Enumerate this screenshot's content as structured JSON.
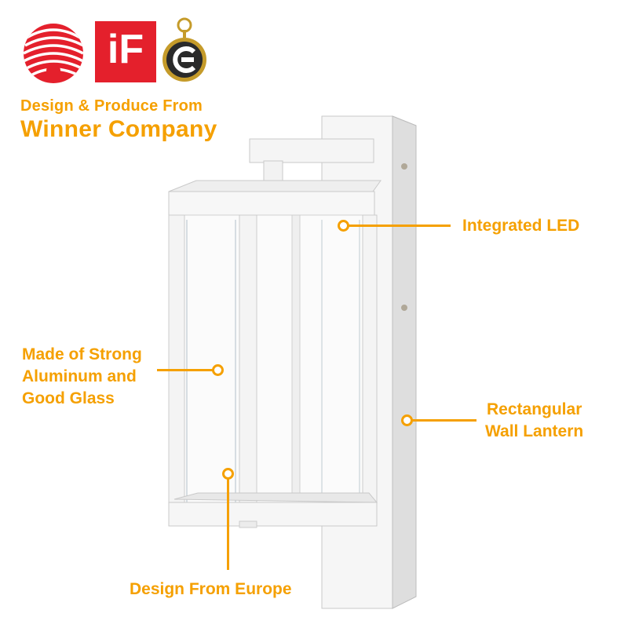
{
  "awards": {
    "reddot_icon": "red-dot-award-icon",
    "if_label": "iF",
    "medal_icon": "design-medal-icon"
  },
  "headline": {
    "line1": "Design & Produce From",
    "line2": "Winner Company"
  },
  "callouts": {
    "integrated_led": "Integrated LED",
    "material_line1": "Made of Strong",
    "material_line2": "Aluminum and",
    "material_line3": "Good Glass",
    "shape_line1": "Rectangular",
    "shape_line2": "Wall Lantern",
    "design_origin": "Design From Europe"
  },
  "colors": {
    "accent": "#f5a000",
    "award_red": "#e4202c",
    "lamp_white": "#f4f4f4"
  }
}
